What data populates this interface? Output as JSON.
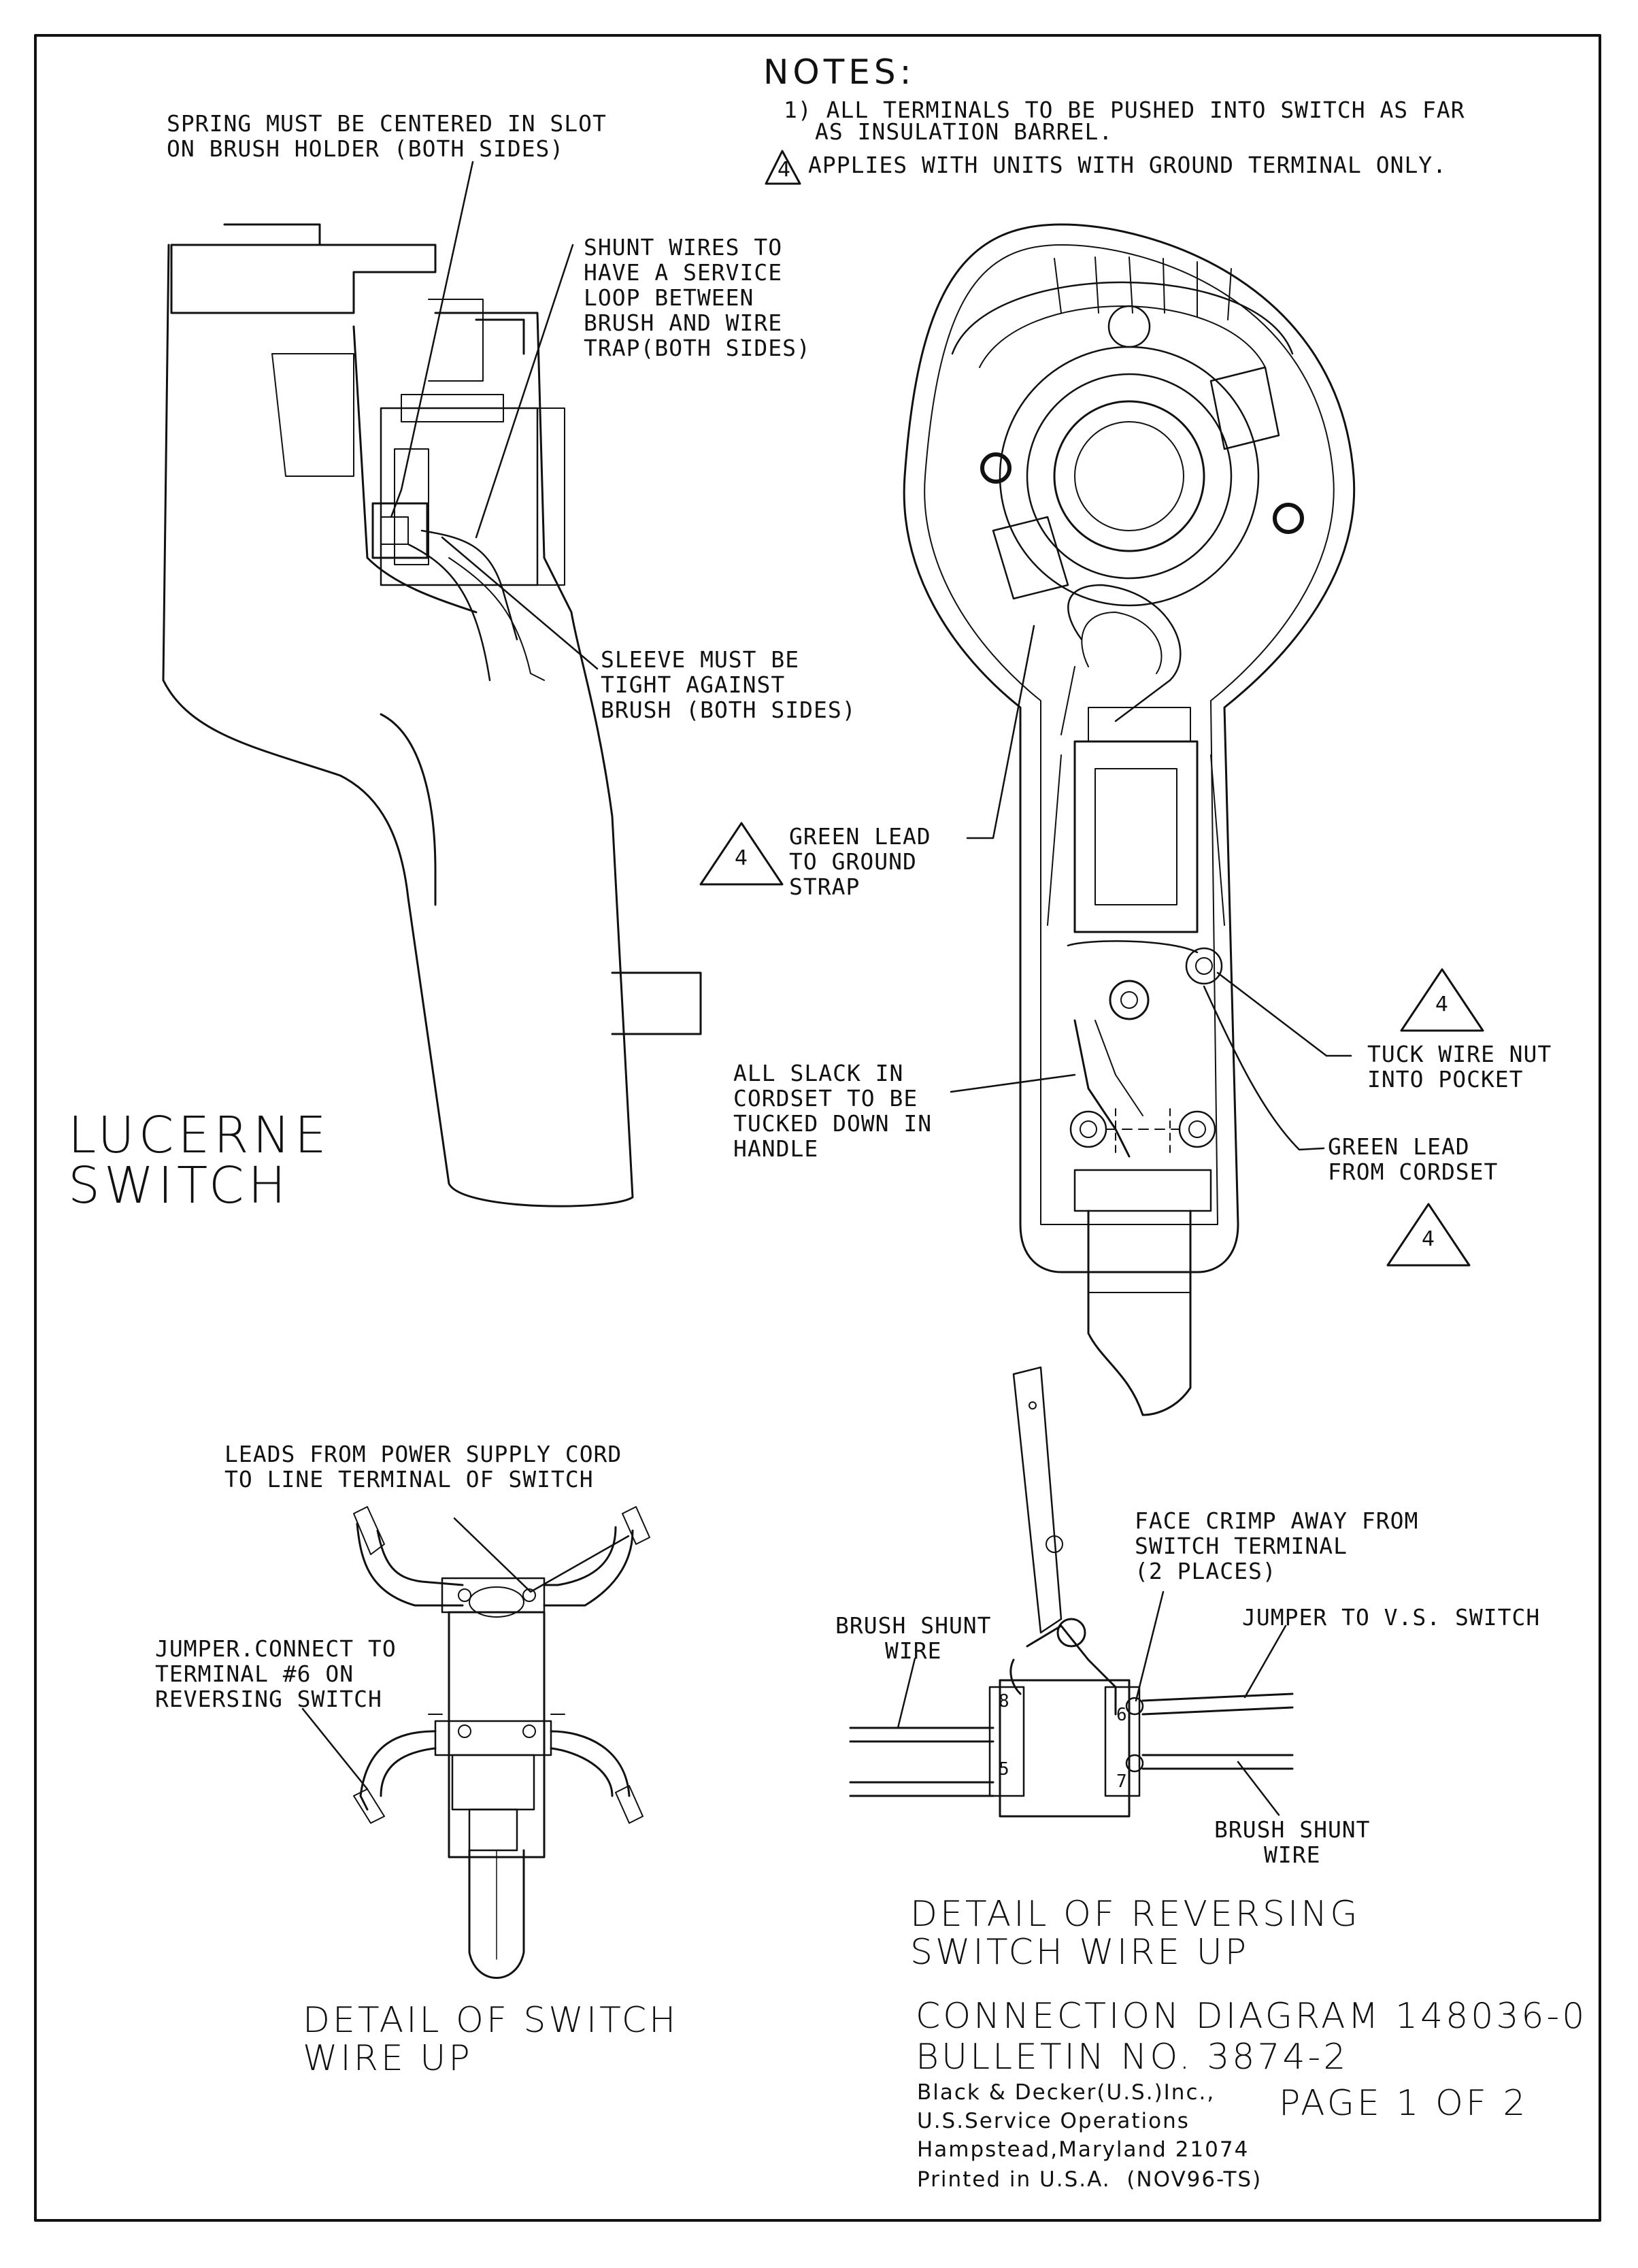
{
  "notes": {
    "heading": "NOTES:",
    "note1_line1": "1) ALL TERMINALS TO BE PUSHED INTO SWITCH AS FAR",
    "note1_line2": "AS INSULATION BARREL.",
    "note4_marker": "4",
    "note4_text": "APPLIES WITH UNITS WITH GROUND TERMINAL ONLY."
  },
  "callouts": {
    "spring": [
      "SPRING MUST BE CENTERED IN SLOT",
      "ON BRUSH HOLDER (BOTH SIDES)"
    ],
    "shunt": [
      "SHUNT WIRES TO",
      "HAVE A SERVICE",
      "LOOP BETWEEN",
      "BRUSH AND WIRE",
      "TRAP(BOTH SIDES)"
    ],
    "sleeve": [
      "SLEEVE MUST BE",
      "TIGHT AGAINST",
      "BRUSH (BOTH SIDES)"
    ],
    "green_ground": [
      "GREEN LEAD",
      "TO GROUND",
      "STRAP"
    ],
    "slack": [
      "ALL SLACK IN",
      "CORDSET TO BE",
      "TUCKED DOWN IN",
      "HANDLE"
    ],
    "tuck": [
      "TUCK WIRE NUT",
      "INTO POCKET"
    ],
    "green_cordset": [
      "GREEN LEAD",
      "FROM CORDSET"
    ],
    "leads": [
      "LEADS FROM POWER SUPPLY CORD",
      "TO LINE TERMINAL OF SWITCH"
    ],
    "jumper6": [
      "JUMPER.CONNECT TO",
      "TERMINAL #6 ON",
      "REVERSING SWITCH"
    ],
    "face_crimp": [
      "FACE CRIMP AWAY FROM",
      "SWITCH TERMINAL",
      "(2 PLACES)"
    ],
    "brush_left": [
      "BRUSH SHUNT",
      "WIRE"
    ],
    "jumper_vs": "JUMPER TO V.S. SWITCH",
    "brush_right": [
      "BRUSH SHUNT",
      "WIRE"
    ]
  },
  "markers": {
    "ground_a": "4",
    "ground_b": "4",
    "ground_c": "4"
  },
  "terminals": {
    "t8": "8",
    "t6": "6",
    "t5": "5",
    "t7": "7"
  },
  "labels": {
    "lucerne": [
      "LUCERNE",
      "SWITCH"
    ],
    "switch_detail": [
      "DETAIL OF SWITCH",
      "WIRE UP"
    ],
    "reversing_detail": [
      "DETAIL OF REVERSING",
      "SWITCH WIRE UP"
    ]
  },
  "title_block": {
    "diagram": "CONNECTION DIAGRAM 148036-0",
    "bulletin": "BULLETIN NO. 3874-2",
    "company": "Black & Decker(U.S.)Inc.,",
    "dept": "U.S.Service Operations",
    "page": "PAGE 1 OF 2",
    "address": "Hampstead,Maryland 21074",
    "printed": "Printed in U.S.A.  (NOV96-TS)"
  }
}
